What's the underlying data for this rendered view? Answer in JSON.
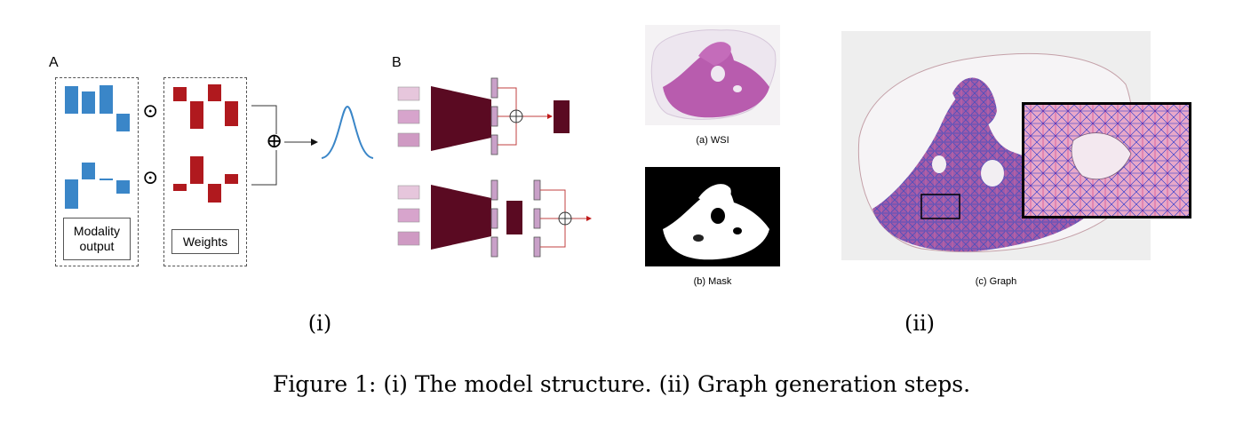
{
  "panel_a": {
    "letter": "A",
    "modality_label": "Modality\noutput",
    "weights_label": "Weights",
    "operator": "⊙",
    "sum_operator": "⊕"
  },
  "panel_b": {
    "letter": "B"
  },
  "panel_ii": {
    "wsi_caption": "(a) WSI",
    "mask_caption": "(b) Mask",
    "graph_caption": "(c) Graph"
  },
  "sub_labels": {
    "i": "(i)",
    "ii": "(ii)"
  },
  "caption": "Figure 1: (i) The model structure. (ii) Graph generation steps.",
  "colors": {
    "blue": "#3a86c8",
    "red": "#b0191e",
    "maroon": "#5a0a22",
    "lilac": "#c9a0c8",
    "tissue": "#b85cae"
  }
}
